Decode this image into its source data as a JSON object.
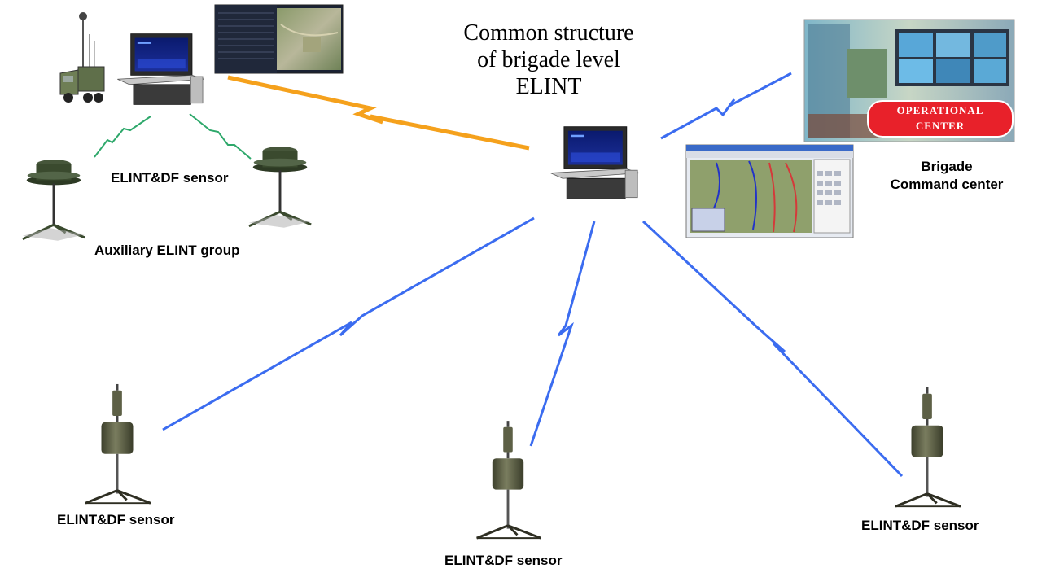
{
  "title": {
    "line1": "Common structure",
    "line2": "of brigade level",
    "line3": "ELINT"
  },
  "labels": {
    "top_group_sensor": "ELINT&DF sensor",
    "auxiliary_group": "Auxiliary ELINT group",
    "command_center_line1": "Brigade",
    "command_center_line2": "Command center",
    "sensor_left": "ELINT&DF sensor",
    "sensor_middle": "ELINT&DF sensor",
    "sensor_right": "ELINT&DF sensor"
  },
  "badge": {
    "line1": "OPERATIONAL",
    "line2": "CENTER"
  },
  "colors": {
    "link_blue": "#3b6cf0",
    "link_orange": "#f5a11c",
    "link_green": "#2ea86b",
    "badge_red": "#e8212a",
    "sensor_olive": "#5e6148"
  },
  "icons": [
    "vehicle-mast-icon",
    "field-laptop-icon",
    "map-screenshot-icon",
    "sensor-tripod-icon",
    "operational-center-photo",
    "gis-software-screenshot"
  ]
}
